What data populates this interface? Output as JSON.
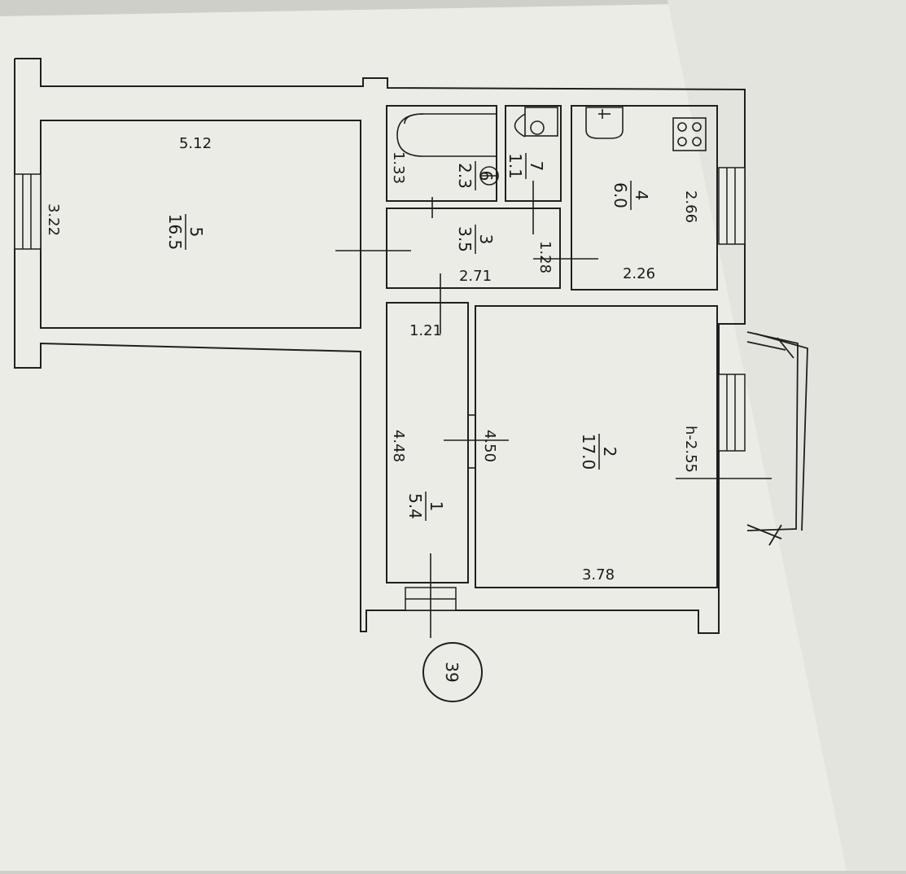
{
  "rooms": [
    {
      "id": "1",
      "number": "1",
      "area": "5.4"
    },
    {
      "id": "2",
      "number": "2",
      "area": "17.0"
    },
    {
      "id": "3",
      "number": "3",
      "area": "3.5"
    },
    {
      "id": "4",
      "number": "4",
      "area": "6.0"
    },
    {
      "id": "5",
      "number": "5",
      "area": "16.5"
    },
    {
      "id": "6",
      "number": "6",
      "area": "2.3"
    },
    {
      "id": "7",
      "number": "7",
      "area": "1.1"
    }
  ],
  "dimensions": {
    "d_5_12": "5.12",
    "d_3_22": "3.22",
    "d_1_33": "1.33",
    "d_2_71": "2.71",
    "d_1_28": "1.28",
    "d_2_66": "2.66",
    "d_2_26": "2.26",
    "d_1_21": "1.21",
    "d_4_48": "4.48",
    "d_4_50": "4.50",
    "d_3_78": "3.78",
    "ceiling_height": "h-2.55"
  },
  "apartment_number": "39",
  "colors": {
    "paper": "#ecece7",
    "ink": "#1f1f1f",
    "background": "#cfcfca"
  }
}
